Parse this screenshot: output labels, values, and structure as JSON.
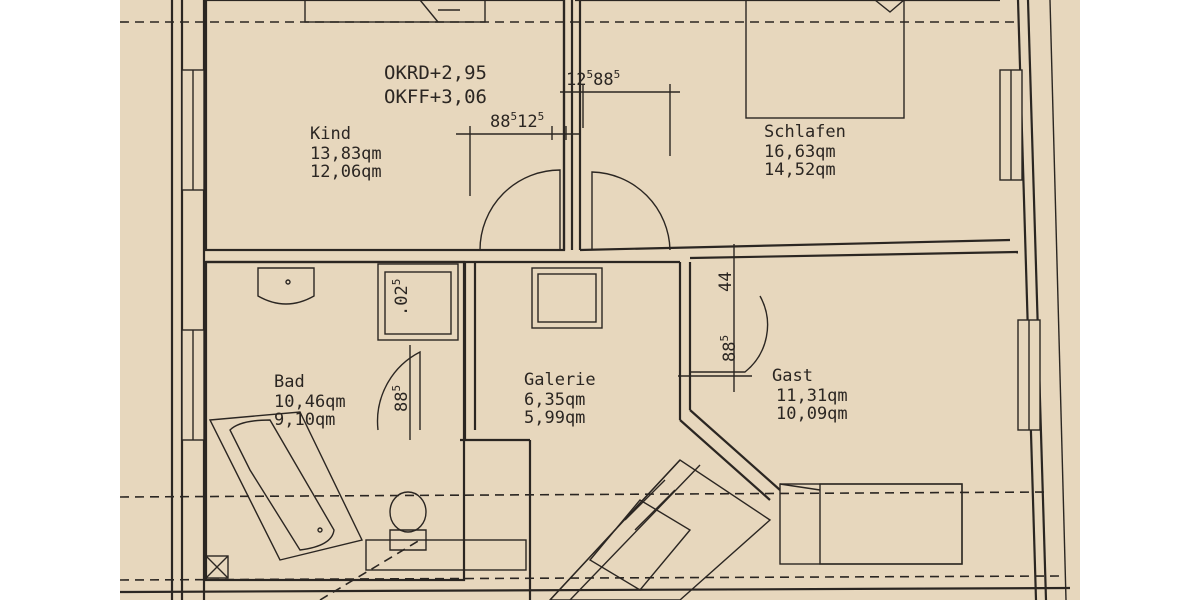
{
  "levels": {
    "okrd": "OKRD+2,95",
    "okff": "OKFF+3,06"
  },
  "rooms": {
    "kind": {
      "name": "Kind",
      "area1": "13,83qm",
      "area2": "12,06qm"
    },
    "schlafen": {
      "name": "Schlafen",
      "area1": "16,63qm",
      "area2": "14,52qm"
    },
    "bad": {
      "name": "Bad",
      "area1": "10,46qm",
      "area2": "9,10qm"
    },
    "galerie": {
      "name": "Galerie",
      "area1": "6,35qm",
      "area2": "5,99qm"
    },
    "gast": {
      "name": "Gast",
      "area1": "11,31qm",
      "area2": "10,09qm"
    }
  },
  "dimensions": {
    "d1_main": "88",
    "d1_sup": "5",
    "d1_main2": "12",
    "d1_sup2": "5",
    "d2_main": "12",
    "d2_sup": "5",
    "d2_main2": "88",
    "d2_sup2": "5",
    "bad_shower_main": ".02",
    "bad_shower_sup": "5",
    "bad_door_main": "88",
    "bad_door_sup": "5",
    "gast_44": "44",
    "gast_door_main": "88",
    "gast_door_sup": "5"
  }
}
